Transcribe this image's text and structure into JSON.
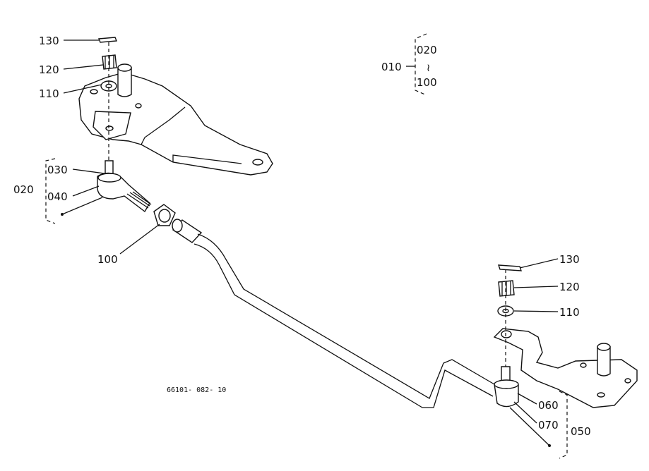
{
  "diagram": {
    "drawing_code": "66101- 082- 10",
    "legend": {
      "assembly": "010",
      "range_start": "020",
      "range_tilde": "~",
      "range_end": "100"
    },
    "top_left_labels": {
      "l130": "130",
      "l120": "120",
      "l110": "110",
      "l030": "030",
      "l040": "040",
      "l020": "020",
      "l100": "100"
    },
    "bottom_right_labels": {
      "l130": "130",
      "l120": "120",
      "l110": "110",
      "l060": "060",
      "l070": "070",
      "l050": "050"
    }
  }
}
